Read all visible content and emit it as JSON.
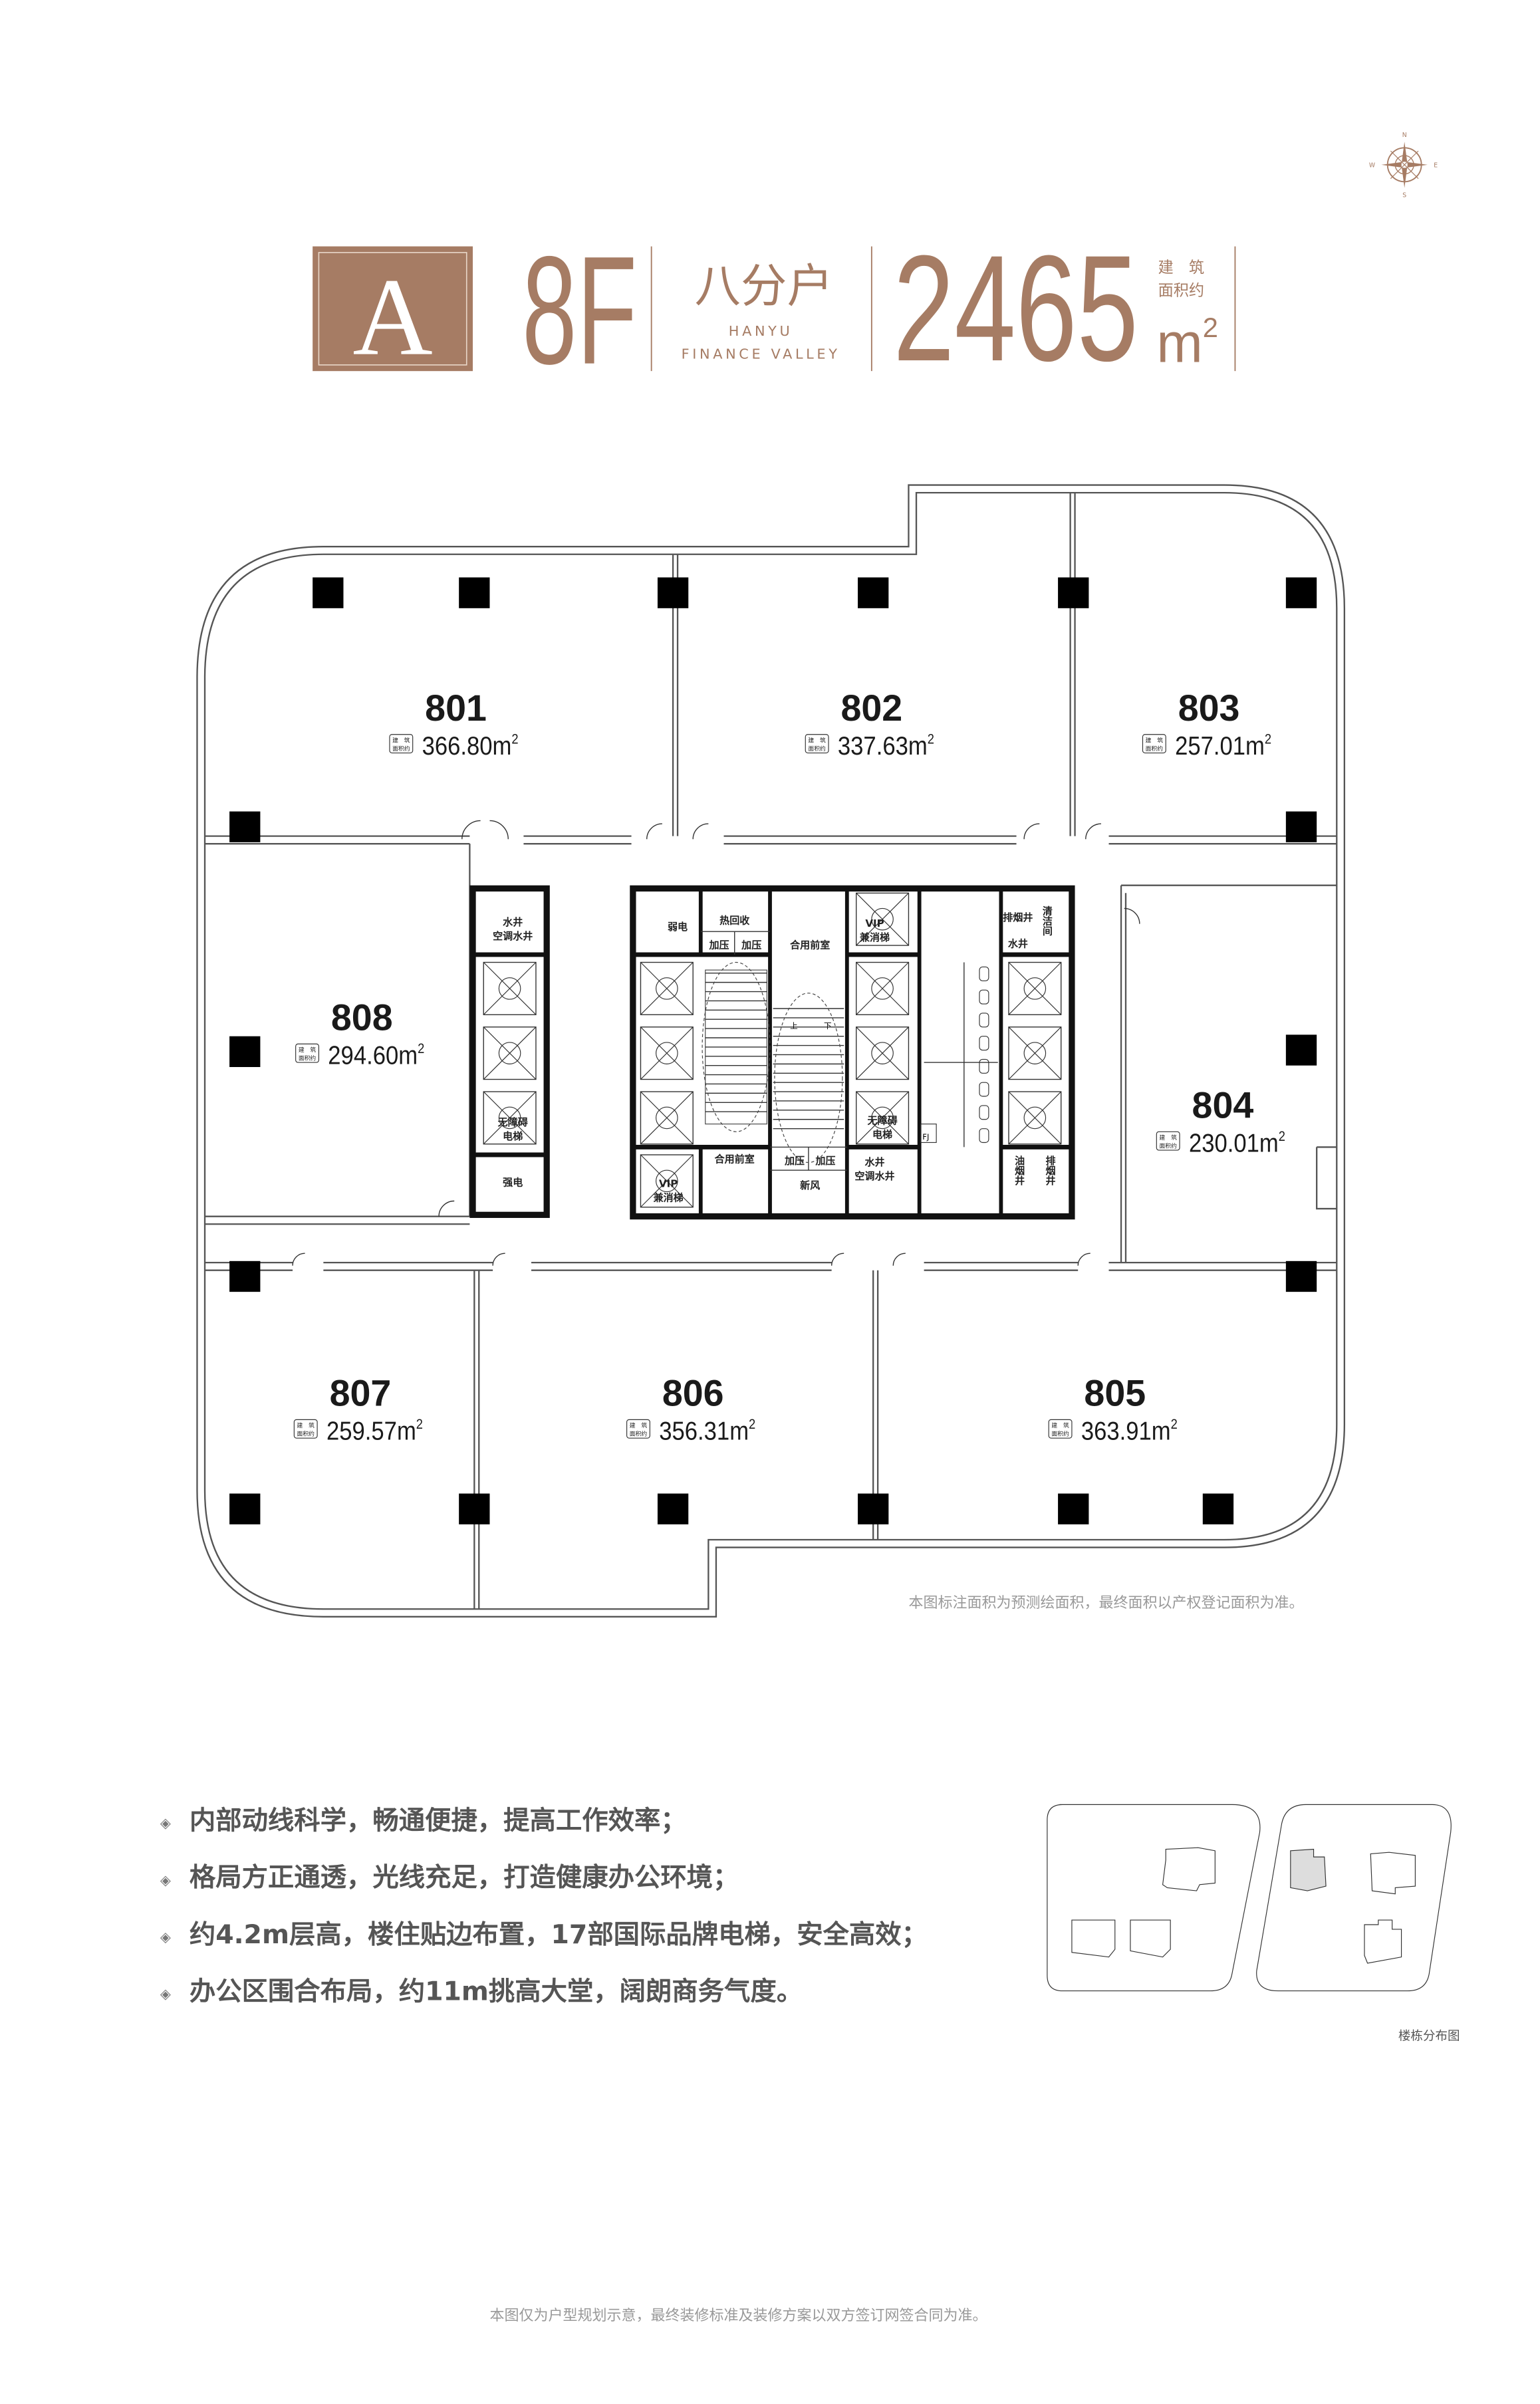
{
  "header": {
    "block": "A",
    "floor": "8F",
    "units_label": "八分户",
    "brand_line1": "HANYU",
    "brand_line2": "FINANCE VALLEY",
    "total_area": "2465",
    "area_label_1": "建　筑",
    "area_label_2": "面积约",
    "area_unit": "m",
    "area_unit_sup": "2"
  },
  "compass": {
    "n": "N",
    "s": "S",
    "e": "E",
    "w": "W"
  },
  "area_badge": {
    "line1": "建　筑",
    "line2": "面积约"
  },
  "units": [
    {
      "id": "801",
      "area": "366.80m",
      "sup": "2"
    },
    {
      "id": "802",
      "area": "337.63m",
      "sup": "2"
    },
    {
      "id": "803",
      "area": "257.01m",
      "sup": "2"
    },
    {
      "id": "804",
      "area": "230.01m",
      "sup": "2"
    },
    {
      "id": "805",
      "area": "363.91m",
      "sup": "2"
    },
    {
      "id": "806",
      "area": "356.31m",
      "sup": "2"
    },
    {
      "id": "807",
      "area": "259.57m",
      "sup": "2"
    },
    {
      "id": "808",
      "area": "294.60m",
      "sup": "2"
    }
  ],
  "core": {
    "left_shaft_water": "水井",
    "left_shaft_ac": "空调水井",
    "left_barrier_free_1": "无障碍",
    "left_barrier_free_2": "电梯",
    "strong_power": "强电",
    "weak_power": "弱电",
    "heat_recovery": "热回收",
    "pressurize": "加压",
    "shared_lobby": "合用前室",
    "vip_1": "VIP",
    "vip_2": "兼消梯",
    "barrier_free_1": "无障碍",
    "barrier_free_2": "电梯",
    "water_shaft": "水井",
    "ac_water_shaft": "空调水井",
    "fresh_air": "新风",
    "smoke_exhaust": "排烟井",
    "cleaning_room": "清洁间",
    "oil_smoke": "油烟井",
    "stair_up": "上",
    "stair_down": "下",
    "fj": "FJ"
  },
  "note": "本图标注面积为预测绘面积，最终面积以产权登记面积为准。",
  "bullets": [
    "内部动线科学，畅通便捷，提高工作效率；",
    "格局方正通透，光线充足，打造健康办公环境；",
    "约4.2m层高，楼住贴边布置，17部国际品牌电梯，安全高效；",
    "办公区围合布局，约11m挑高大堂，阔朗商务气度。"
  ],
  "site_map_caption": "楼栋分布图",
  "footer": "本图仅为户型规划示意，最终装修标准及装修方案以双方签订网签合同为准。",
  "colors": {
    "brand": "#a67c64",
    "text_gray": "#555555"
  }
}
